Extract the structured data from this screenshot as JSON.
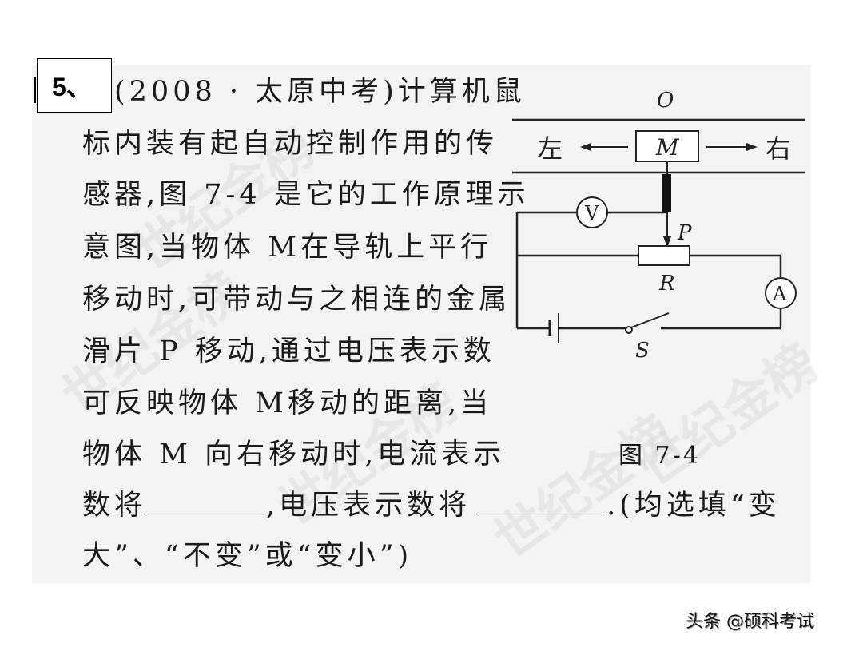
{
  "question": {
    "number": "5、",
    "lines": [
      "(2008 · 太原中考)计算机鼠",
      "标内装有起自动控制作用的传",
      "感器,图 7-4 是它的工作原理示",
      "意图,当物体 M在导轨上平行",
      "移动时,可带动与之相连的金属",
      "滑片 P 移动,通过电压表示数",
      "可反映物体 M移动的距离,当",
      "物体 M 向右移动时,电流表示"
    ],
    "line9_part1": "数将",
    "line9_part2": ",电压表示数将",
    "line9_part3": ".(均选填“变",
    "line10": "大”、“不变”或“变小”)",
    "blank1_value": "",
    "blank2_value": ""
  },
  "figure": {
    "caption": "图 7-4",
    "labels": {
      "origin": "O",
      "left": "左",
      "right": "右",
      "object": "M",
      "slider": "P",
      "resistor": "R",
      "voltmeter": "V",
      "ammeter": "A",
      "switch": "S"
    }
  },
  "watermark": {
    "text": "世纪金榜"
  },
  "credit": "头条 @硕科考试"
}
